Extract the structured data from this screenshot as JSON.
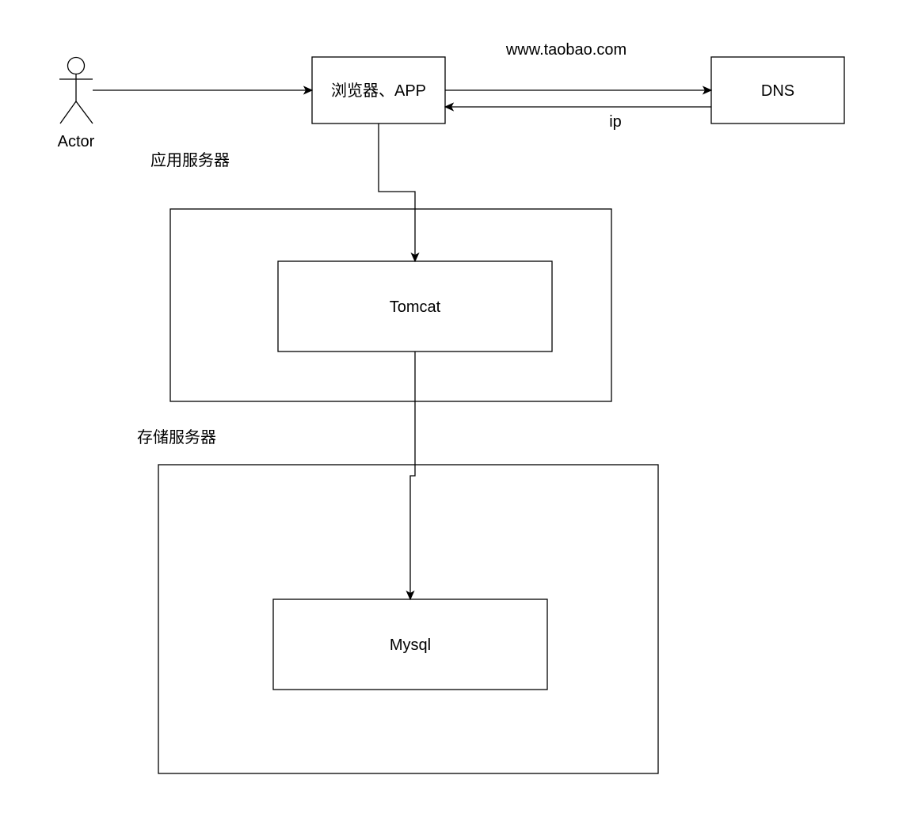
{
  "actor": {
    "label": "Actor"
  },
  "nodes": {
    "client": {
      "label": "浏览器、APP"
    },
    "dns": {
      "label": "DNS"
    },
    "tomcat": {
      "label": "Tomcat"
    },
    "mysql": {
      "label": "Mysql"
    }
  },
  "groups": {
    "app_server": {
      "label": "应用服务器"
    },
    "storage_server": {
      "label": "存储服务器"
    }
  },
  "edges": {
    "request_label": "www.taobao.com",
    "response_label": "ip"
  }
}
